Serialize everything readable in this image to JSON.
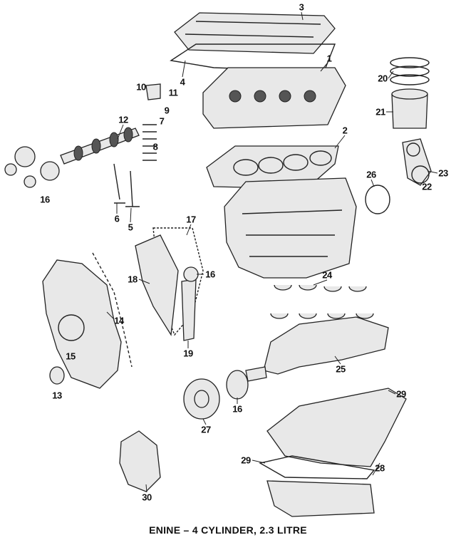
{
  "caption": "ENINE – 4 CYLINDER, 2.3 LITRE",
  "callouts": [
    "3",
    "1",
    "4",
    "20",
    "10",
    "11",
    "9",
    "7",
    "12",
    "21",
    "8",
    "2",
    "26",
    "23",
    "22",
    "16",
    "6",
    "5",
    "17",
    "18",
    "16",
    "24",
    "14",
    "15",
    "19",
    "25",
    "13",
    "29",
    "16",
    "27",
    "29",
    "28",
    "30"
  ]
}
